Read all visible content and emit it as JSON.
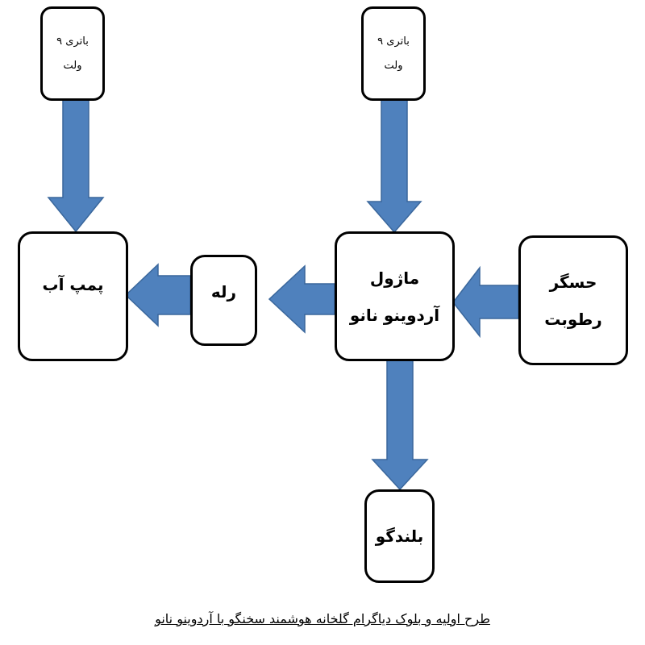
{
  "diagram": {
    "battery_left": {
      "line1": "باتری ۹",
      "line2": "ولت"
    },
    "battery_right": {
      "line1": "باتری ۹",
      "line2": "ولت"
    },
    "pump": {
      "label": "پمپ آب"
    },
    "relay": {
      "label": "رله"
    },
    "arduino": {
      "line1": "ماژول",
      "line2": "آردوینو نانو"
    },
    "sensor": {
      "line1": "حسگر",
      "line2": "رطوبت"
    },
    "speaker": {
      "label": "بلندگو"
    },
    "caption": "طرح اولیه و بلوک دیاگرام گلخانه هوشمند سخنگو با آردوینو نانو"
  },
  "colors": {
    "arrow_fill": "#4f81bd",
    "arrow_stroke": "#3a679c"
  }
}
